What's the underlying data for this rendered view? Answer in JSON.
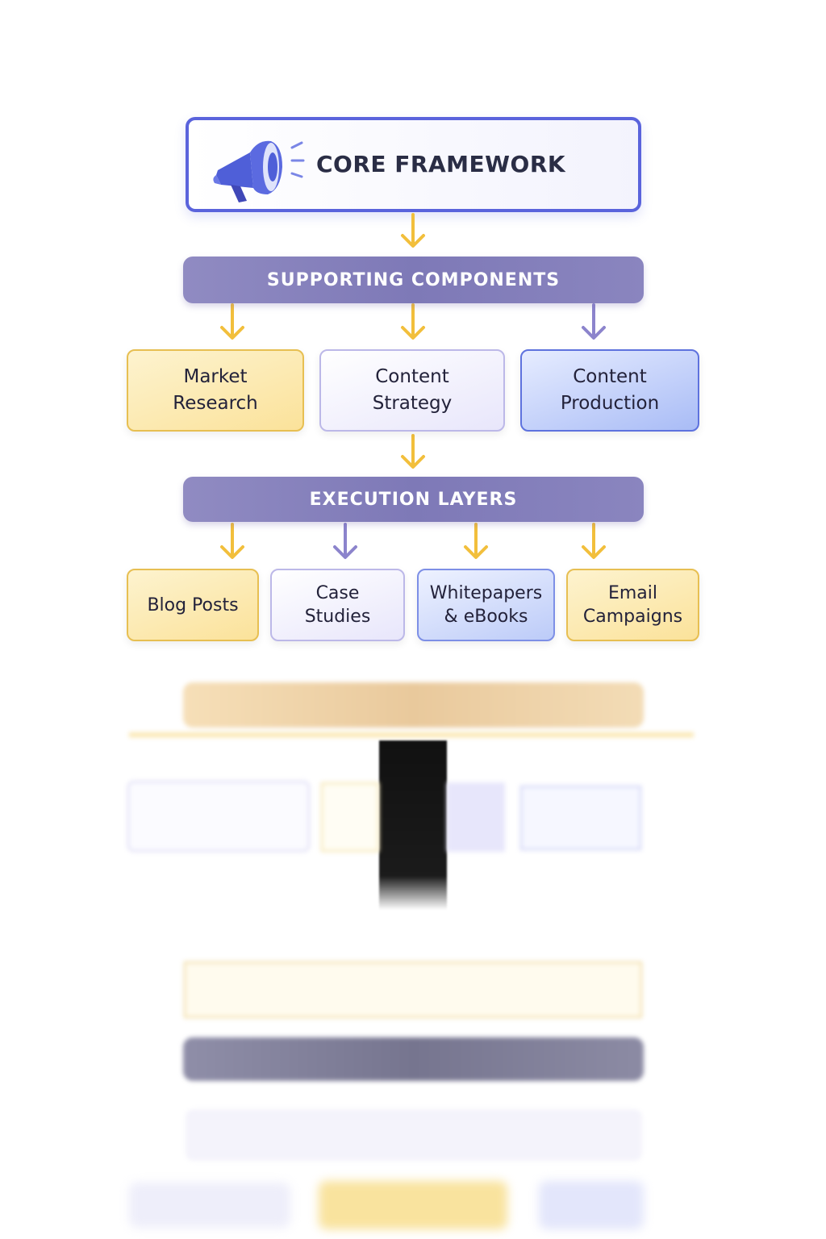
{
  "core": {
    "title": "CORE FRAMEWORK",
    "icon": "megaphone-icon"
  },
  "supporting": {
    "title": "SUPPORTING COMPONENTS",
    "nodes": [
      {
        "line1": "Market",
        "line2": "Research"
      },
      {
        "line1": "Content",
        "line2": "Strategy"
      },
      {
        "line1": "Content",
        "line2": "Production"
      }
    ]
  },
  "execution": {
    "title": "EXECUTION LAYERS",
    "nodes": [
      {
        "line1": "Blog Posts",
        "line2": ""
      },
      {
        "line1": "Case",
        "line2": "Studies"
      },
      {
        "line1": "Whitepapers",
        "line2": "& eBooks"
      },
      {
        "line1": "Email",
        "line2": "Campaigns"
      }
    ]
  },
  "colors": {
    "accent_blue": "#5a63dc",
    "bar_purple": "#827db9",
    "arrow_yellow": "#f2bf3c",
    "arrow_purple": "#8c84cc",
    "node_yellow": "#fbe29a",
    "node_lavender": "#e8e6fb",
    "node_blue": "#a9bcf6"
  }
}
